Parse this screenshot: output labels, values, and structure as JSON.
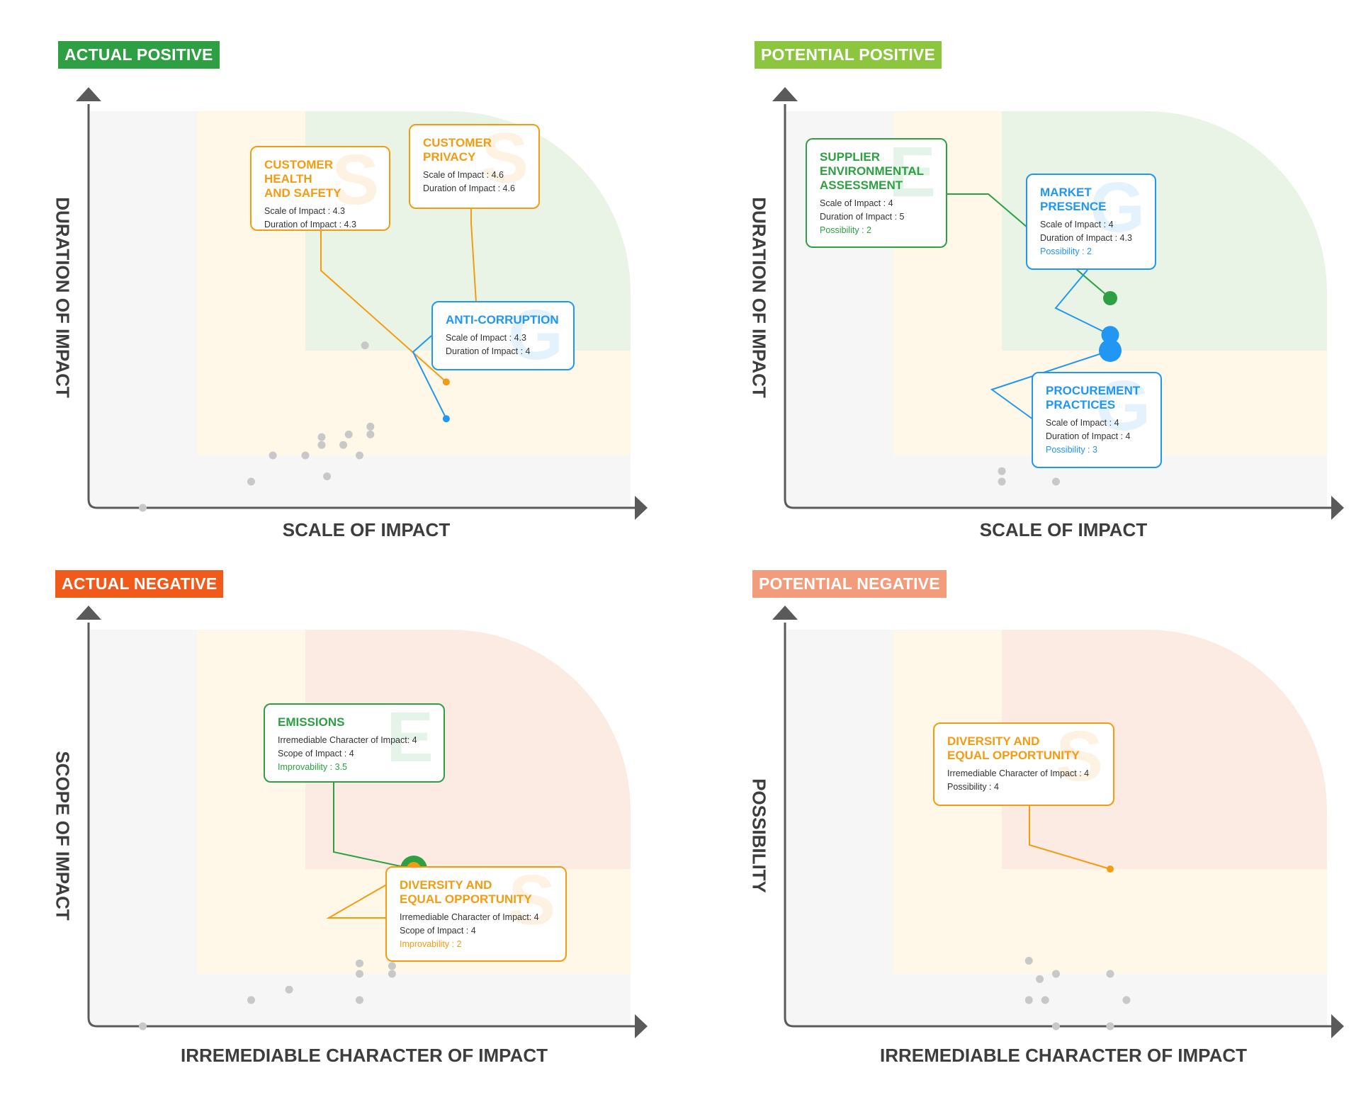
{
  "colors": {
    "actual_positive": "#2ea043",
    "potential_positive": "#8cc63f",
    "actual_negative": "#f05a1a",
    "potential_negative": "#f39c7c",
    "orange": "#f39c12",
    "blue": "#2196f3",
    "green": "#2ea043",
    "gray_point": "#c8c8c8",
    "axis": "#5a5a5a"
  },
  "chart_data": [
    {
      "type": "scatter",
      "title": "ACTUAL POSITIVE",
      "xlabel": "SCALE OF IMPACT",
      "ylabel": "DURATION OF IMPACT",
      "zone_color": "#2ea043",
      "background_points": [
        {
          "x": 1.5,
          "y": 1.0
        },
        {
          "x": 2.5,
          "y": 1.5
        },
        {
          "x": 2.7,
          "y": 2.0
        },
        {
          "x": 3.2,
          "y": 1.6
        },
        {
          "x": 3.4,
          "y": 2.4
        },
        {
          "x": 3.0,
          "y": 2.0
        },
        {
          "x": 3.15,
          "y": 2.2
        },
        {
          "x": 3.5,
          "y": 2.0
        },
        {
          "x": 3.15,
          "y": 2.35
        },
        {
          "x": 3.35,
          "y": 2.2
        },
        {
          "x": 3.6,
          "y": 2.4
        },
        {
          "x": 3.6,
          "y": 2.55
        },
        {
          "x": 3.55,
          "y": 4.1
        }
      ],
      "callouts": [
        {
          "name": "CUSTOMER HEALTH\nAND SAFETY",
          "category": "S",
          "color": "orange",
          "point": {
            "x": 4.3,
            "y": 3.4
          },
          "dot_size": "small",
          "lines": [
            {
              "text": "Scale of Impact : 4.3",
              "highlight": false
            },
            {
              "text": "Duration of Impact : 4.3",
              "highlight": false
            }
          ]
        },
        {
          "name": "CUSTOMER\nPRIVACY",
          "category": "S",
          "color": "orange",
          "point": {
            "x": 4.6,
            "y": 4.1
          },
          "dot_size": "small",
          "lines": [
            {
              "text": "Scale of Impact : 4.6",
              "highlight": false
            },
            {
              "text": "Duration of Impact : 4.6",
              "highlight": false
            }
          ]
        },
        {
          "name": "ANTI-CORRUPTION",
          "category": "G",
          "color": "blue",
          "point": {
            "x": 4.3,
            "y": 2.7
          },
          "dot_size": "small",
          "lines": [
            {
              "text": "Scale of Impact : 4.3",
              "highlight": false
            },
            {
              "text": "Duration of Impact : 4",
              "highlight": false
            }
          ]
        }
      ]
    },
    {
      "type": "scatter",
      "title": "POTENTIAL POSITIVE",
      "xlabel": "SCALE OF IMPACT",
      "ylabel": "DURATION OF IMPACT",
      "zone_color": "#2ea043",
      "background_points": [
        {
          "x": 3.0,
          "y": 1.5
        },
        {
          "x": 3.0,
          "y": 1.7
        },
        {
          "x": 3.5,
          "y": 1.5
        },
        {
          "x": 3.5,
          "y": 2.0
        },
        {
          "x": 3.75,
          "y": 2.5
        }
      ],
      "callouts": [
        {
          "name": "SUPPLIER\nENVIRONMENTAL\nASSESSMENT",
          "category": "E",
          "color": "green",
          "point": {
            "x": 4.0,
            "y": 5.0
          },
          "dot_size": "medium",
          "lines": [
            {
              "text": "Scale of Impact : 4",
              "highlight": false
            },
            {
              "text": "Duration of Impact : 5",
              "highlight": false
            },
            {
              "text": "Possibility : 2",
              "highlight": true
            }
          ]
        },
        {
          "name": "MARKET\nPRESENCE",
          "category": "G",
          "color": "blue",
          "point": {
            "x": 4.0,
            "y": 4.3
          },
          "dot_size": "large",
          "lines": [
            {
              "text": "Scale of Impact : 4",
              "highlight": false
            },
            {
              "text": "Duration of Impact : 4.3",
              "highlight": false
            },
            {
              "text": "Possibility : 2",
              "highlight": true
            }
          ]
        },
        {
          "name": "PROCUREMENT\nPRACTICES",
          "category": "G",
          "color": "blue",
          "point": {
            "x": 4.0,
            "y": 4.0
          },
          "dot_size": "xlarge",
          "lines": [
            {
              "text": "Scale of Impact : 4",
              "highlight": false
            },
            {
              "text": "Duration of Impact : 4",
              "highlight": false
            },
            {
              "text": "Possibility : 3",
              "highlight": true
            }
          ]
        }
      ]
    },
    {
      "type": "scatter",
      "title": "ACTUAL NEGATIVE",
      "xlabel": "IRREMEDIABLE CHARACTER OF IMPACT",
      "ylabel": "SCOPE OF IMPACT",
      "zone_color": "#f05a1a",
      "background_points": [
        {
          "x": 1.5,
          "y": 1.0
        },
        {
          "x": 2.5,
          "y": 1.5
        },
        {
          "x": 2.85,
          "y": 1.7
        },
        {
          "x": 3.5,
          "y": 1.5
        },
        {
          "x": 3.5,
          "y": 2.0
        },
        {
          "x": 3.5,
          "y": 2.2
        },
        {
          "x": 3.8,
          "y": 2.0
        },
        {
          "x": 3.8,
          "y": 2.15
        }
      ],
      "callouts": [
        {
          "name": "EMISSIONS",
          "category": "E",
          "color": "green",
          "point": {
            "x": 4.0,
            "y": 4.0
          },
          "dot_size": "ring-outer",
          "lines": [
            {
              "text": "Irremediable Character of Impact: 4",
              "highlight": false
            },
            {
              "text": "Scope of Impact : 4",
              "highlight": false
            },
            {
              "text": "Improvability : 3.5",
              "highlight": true
            }
          ]
        },
        {
          "name": "DIVERSITY AND\nEQUAL OPPORTUNITY",
          "category": "S",
          "color": "orange",
          "point": {
            "x": 4.0,
            "y": 4.0
          },
          "dot_size": "ring-inner",
          "lines": [
            {
              "text": "Irremediable Character of Impact: 4",
              "highlight": false
            },
            {
              "text": "Scope of Impact : 4",
              "highlight": false
            },
            {
              "text": "Improvability : 2",
              "highlight": true
            }
          ]
        }
      ]
    },
    {
      "type": "scatter",
      "title": "POTENTIAL NEGATIVE",
      "xlabel": "IRREMEDIABLE CHARACTER OF IMPACT",
      "ylabel": "POSSIBILITY",
      "zone_color": "#f05a1a",
      "background_points": [
        {
          "x": 3.5,
          "y": 1.0
        },
        {
          "x": 4.0,
          "y": 1.0
        },
        {
          "x": 3.25,
          "y": 1.5
        },
        {
          "x": 3.4,
          "y": 1.5
        },
        {
          "x": 4.15,
          "y": 1.5
        },
        {
          "x": 3.35,
          "y": 1.9
        },
        {
          "x": 3.5,
          "y": 2.0
        },
        {
          "x": 4.0,
          "y": 2.0
        },
        {
          "x": 3.25,
          "y": 2.25
        }
      ],
      "callouts": [
        {
          "name": "DIVERSITY AND\nEQUAL OPPORTUNITY",
          "category": "S",
          "color": "orange",
          "point": {
            "x": 4.0,
            "y": 4.0
          },
          "dot_size": "small",
          "lines": [
            {
              "text": "Irremediable Character of Impact : 4",
              "highlight": false
            },
            {
              "text": "Possibility : 4",
              "highlight": false
            }
          ]
        }
      ]
    }
  ]
}
